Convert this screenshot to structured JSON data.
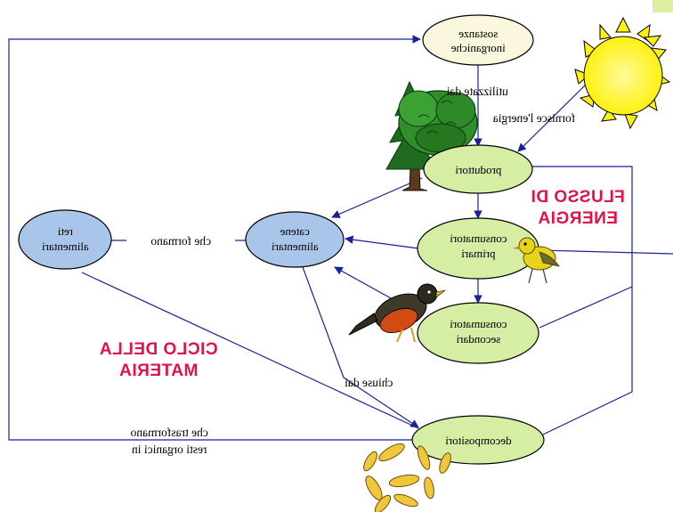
{
  "colors": {
    "ellipse_green": "#d6eea4",
    "ellipse_blue": "#a9c6ea",
    "ellipse_cream": "#fbf7de",
    "arrow": "#1a2296",
    "label_red": "#e0124a",
    "sun": "#fff10f",
    "corner_tab": "#ddf0a0"
  },
  "nodes": {
    "sostanze_inorganiche": [
      "sostanze",
      "inorganiche"
    ],
    "produttori": [
      "produttori"
    ],
    "consumatori_primari": [
      "consumatori",
      "primari"
    ],
    "consumatori_secondari": [
      "consumatori",
      "secondari"
    ],
    "decompositori": [
      "decompositori"
    ],
    "catene_alimentari": [
      "catene",
      "alimentari"
    ],
    "reti_alimentari": [
      "reti",
      "alimentari"
    ]
  },
  "edge_labels": {
    "utilizzate_dai": "utilizzate dai",
    "fornisce_energia": "fornisce l'energia",
    "che_formano": "che formano",
    "chiuse_dai": "chiuse dai",
    "che_trasformano": [
      "che trasformano",
      "resti organici in"
    ]
  },
  "big_labels": {
    "flusso_di_energia": [
      "FLUSSO DI",
      "ENERGIA"
    ],
    "ciclo_della_materia": [
      "CICLO DELLA",
      "MATERIA"
    ]
  },
  "icons": [
    "sun-icon",
    "tree-icon",
    "yellow-bird-icon",
    "robin-icon",
    "leaves-icon"
  ]
}
